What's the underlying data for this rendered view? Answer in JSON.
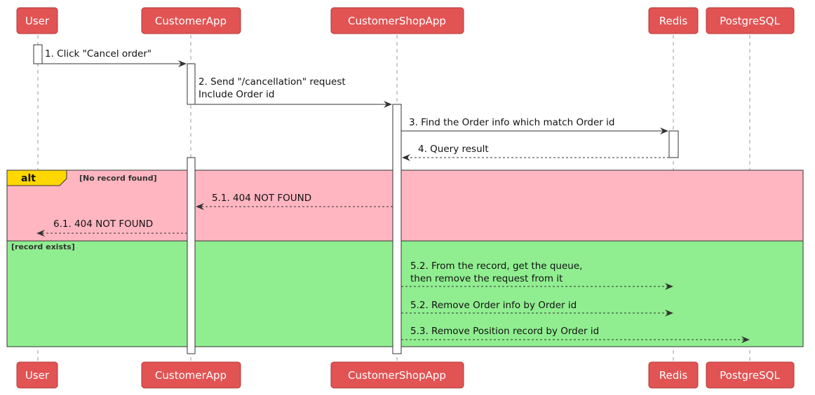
{
  "participants": [
    {
      "id": "user",
      "label": "User"
    },
    {
      "id": "customer_app",
      "label": "CustomerApp"
    },
    {
      "id": "customer_shop_app",
      "label": "CustomerShopApp"
    },
    {
      "id": "redis",
      "label": "Redis"
    },
    {
      "id": "postgresql",
      "label": "PostgreSQL"
    }
  ],
  "messages": [
    {
      "id": "m1",
      "from": "user",
      "to": "customer_app",
      "style": "solid",
      "lines": [
        "1. Click \"Cancel order\""
      ]
    },
    {
      "id": "m2",
      "from": "customer_app",
      "to": "customer_shop_app",
      "style": "solid",
      "lines": [
        "2. Send \"/cancellation\" request",
        "Include Order id"
      ]
    },
    {
      "id": "m3",
      "from": "customer_shop_app",
      "to": "redis",
      "style": "solid",
      "lines": [
        "3. Find the Order info which match Order id"
      ]
    },
    {
      "id": "m4",
      "from": "redis",
      "to": "customer_shop_app",
      "style": "dashed",
      "lines": [
        "4. Query result"
      ]
    },
    {
      "id": "m5_1",
      "from": "customer_shop_app",
      "to": "customer_app",
      "style": "dashed",
      "lines": [
        "5.1. 404 NOT FOUND"
      ]
    },
    {
      "id": "m6_1",
      "from": "customer_app",
      "to": "user",
      "style": "dashed",
      "lines": [
        "6.1. 404 NOT FOUND"
      ]
    },
    {
      "id": "m5_2a",
      "from": "customer_shop_app",
      "to": "redis",
      "style": "dashed",
      "lines": [
        "5.2. From the record, get the queue,",
        "then remove the request from it"
      ]
    },
    {
      "id": "m5_2b",
      "from": "customer_shop_app",
      "to": "redis",
      "style": "dashed",
      "lines": [
        "5.2. Remove Order info by Order id"
      ]
    },
    {
      "id": "m5_3",
      "from": "customer_shop_app",
      "to": "postgresql",
      "style": "dashed",
      "lines": [
        "5.3. Remove Position record by Order id"
      ]
    }
  ],
  "alt": {
    "label": "alt",
    "branches": [
      {
        "condition": "[No record found]",
        "color": "#FFB6C1"
      },
      {
        "condition": "[record exists]",
        "color": "#90EE90"
      }
    ]
  },
  "colors": {
    "participant_fill": "#E25353",
    "participant_text": "#FFFFFF",
    "alt_label_fill": "#FFD700"
  }
}
